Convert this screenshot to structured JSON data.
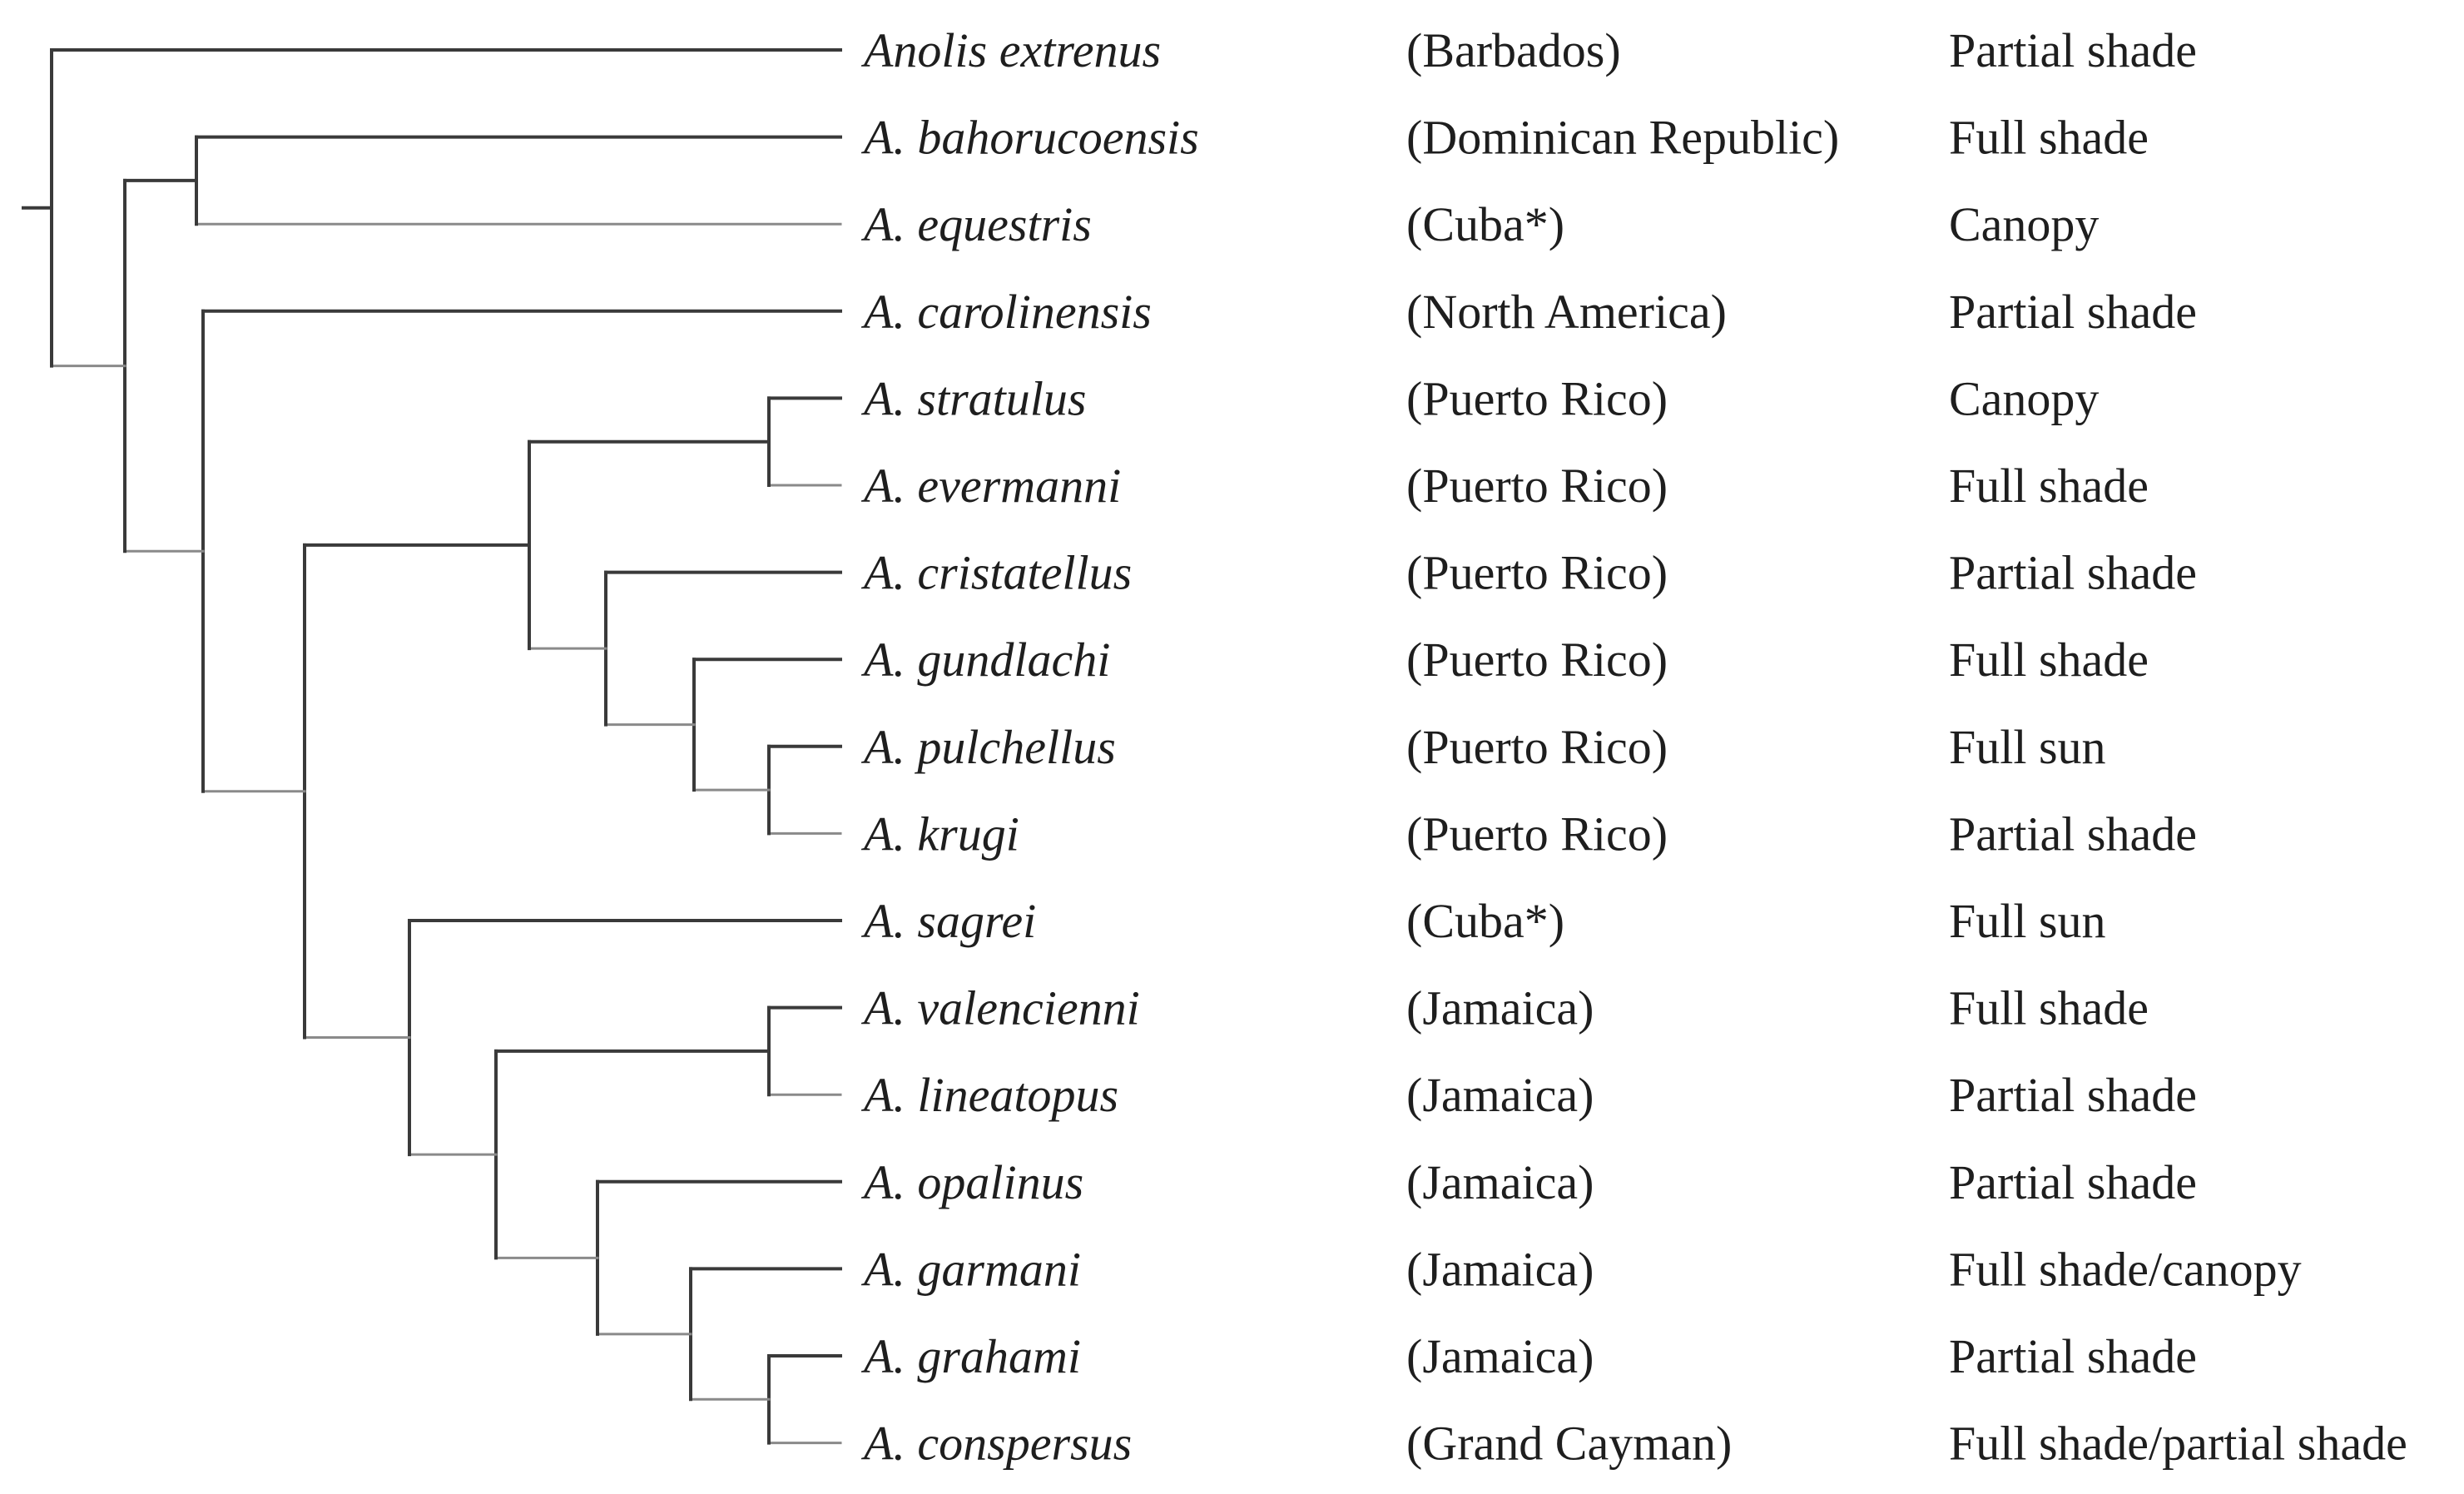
{
  "tree": {
    "colors": {
      "branch_dark": "#3a3a3a",
      "branch_light": "#8a8a8a",
      "text": "#1e1e1e"
    },
    "taxa": [
      {
        "species": "Anolis extrenus",
        "location": "(Barbados)",
        "habitat": "Partial shade"
      },
      {
        "species": "A. bahorucoensis",
        "location": "(Dominican Republic)",
        "habitat": "Full shade"
      },
      {
        "species": "A. equestris",
        "location": "(Cuba*)",
        "habitat": "Canopy"
      },
      {
        "species": "A. carolinensis",
        "location": "(North America)",
        "habitat": "Partial shade"
      },
      {
        "species": "A. stratulus",
        "location": "(Puerto Rico)",
        "habitat": "Canopy"
      },
      {
        "species": "A. evermanni",
        "location": "(Puerto Rico)",
        "habitat": "Full shade"
      },
      {
        "species": "A. cristatellus",
        "location": "(Puerto Rico)",
        "habitat": "Partial shade"
      },
      {
        "species": "A. gundlachi",
        "location": "(Puerto Rico)",
        "habitat": "Full shade"
      },
      {
        "species": "A. pulchellus",
        "location": "(Puerto Rico)",
        "habitat": "Full sun"
      },
      {
        "species": "A. krugi",
        "location": "(Puerto Rico)",
        "habitat": "Partial shade"
      },
      {
        "species": "A. sagrei",
        "location": "(Cuba*)",
        "habitat": "Full sun"
      },
      {
        "species": "A. valencienni",
        "location": "(Jamaica)",
        "habitat": "Full shade"
      },
      {
        "species": "A. lineatopus",
        "location": "(Jamaica)",
        "habitat": "Partial shade"
      },
      {
        "species": "A. opalinus",
        "location": "(Jamaica)",
        "habitat": "Partial shade"
      },
      {
        "species": "A. garmani",
        "location": "(Jamaica)",
        "habitat": "Full shade/canopy"
      },
      {
        "species": "A. grahami",
        "location": "(Jamaica)",
        "habitat": "Partial shade"
      },
      {
        "species": "A. conspersus",
        "location": "(Grand Cayman)",
        "habitat": "Full shade/partial shade"
      }
    ]
  }
}
